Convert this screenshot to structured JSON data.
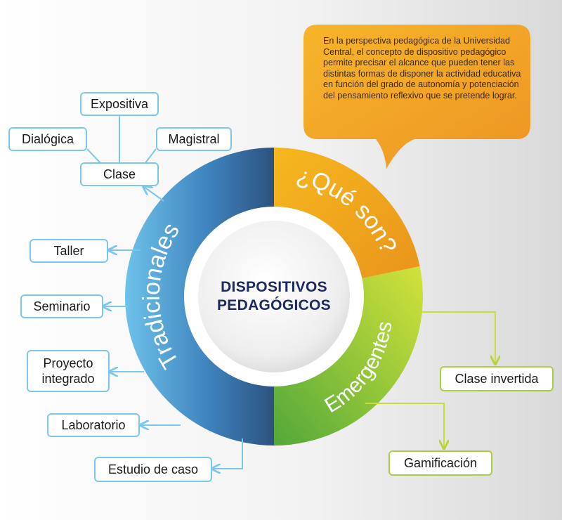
{
  "center": {
    "line1": "DISPOSITIVOS",
    "line2": "PEDAGÓGICOS"
  },
  "ring": {
    "traditional": "Tradicionales",
    "question": "¿Qué son?",
    "emergent": "Emergentes"
  },
  "bubble": {
    "text": "En la perspectiva pedagógica de la Universidad Central, el concepto de dispositivo pedagógico permite precisar el alcance que pueden tener las distintas formas de disponer la actividad educativa en función del grado de autonomía y potenciación del pensamiento reflexivo que se pretende lograr."
  },
  "traditional_items": {
    "expositiva": "Expositiva",
    "dialogica": "Dialógica",
    "magistral": "Magistral",
    "clase": "Clase",
    "taller": "Taller",
    "seminario": "Seminario",
    "proyecto_line1": "Proyecto",
    "proyecto_line2": "integrado",
    "laboratorio": "Laboratorio",
    "estudio_caso": "Estudio de caso"
  },
  "emergent_items": {
    "clase_invertida": "Clase invertida",
    "gamificacion": "Gamificación"
  },
  "colors": {
    "blue_dark": "#2e5a8a",
    "blue_light": "#6fc3ec",
    "orange": "#f0a21e",
    "green": "#86c440",
    "navy_text": "#1c2a63",
    "box_blue_border": "#7cc8ec",
    "box_green_border": "#a8cf45"
  }
}
